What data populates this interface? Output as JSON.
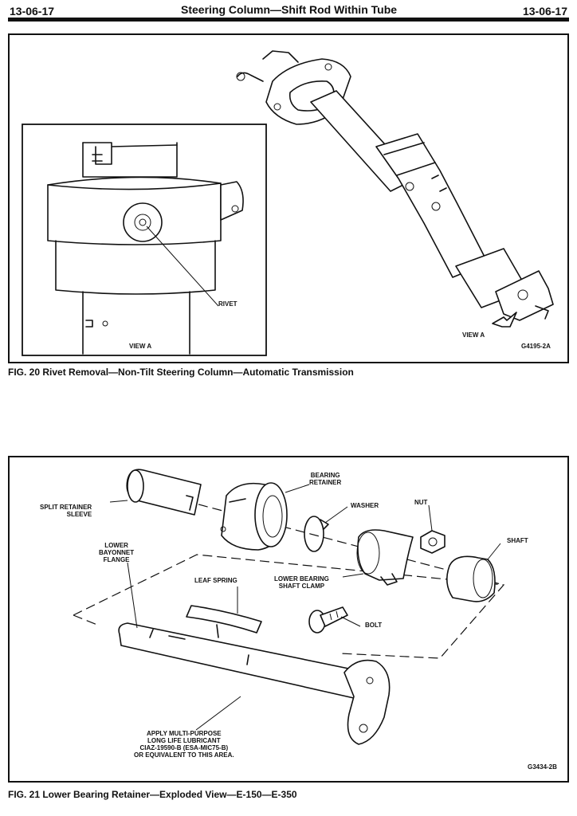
{
  "header": {
    "page_left": "13-06-17",
    "title": "Steering Column—Shift Rod Within Tube",
    "page_right": "13-06-17"
  },
  "fig20": {
    "caption": "FIG. 20  Rivet Removal—Non-Tilt Steering Column—Automatic Transmission",
    "labels": {
      "rivet": "RIVET",
      "view_a_inset": "VIEW A",
      "view_a_arrow": "VIEW A",
      "code": "G4195-2A"
    }
  },
  "fig21": {
    "caption": "FIG. 21  Lower Bearing Retainer—Exploded View—E-150—E-350",
    "labels": {
      "bearing_retainer": "BEARING\nRETAINER",
      "split_retainer_sleeve": "SPLIT RETAINER\nSLEEVE",
      "washer": "WASHER",
      "nut": "NUT",
      "shaft": "SHAFT",
      "lower_bayonnet_flange": "LOWER\nBAYONNET\nFLANGE",
      "leaf_spring": "LEAF SPRING",
      "lower_bearing_shaft_clamp": "LOWER BEARING\nSHAFT CLAMP",
      "bolt": "BOLT",
      "lubricant_note": "APPLY MULTI-PURPOSE\nLONG LIFE LUBRICANT\nCIAZ-19590-B (ESA-MIC75-B)\nOR EQUIVALENT TO THIS AREA.",
      "code": "G3434-2B"
    }
  }
}
